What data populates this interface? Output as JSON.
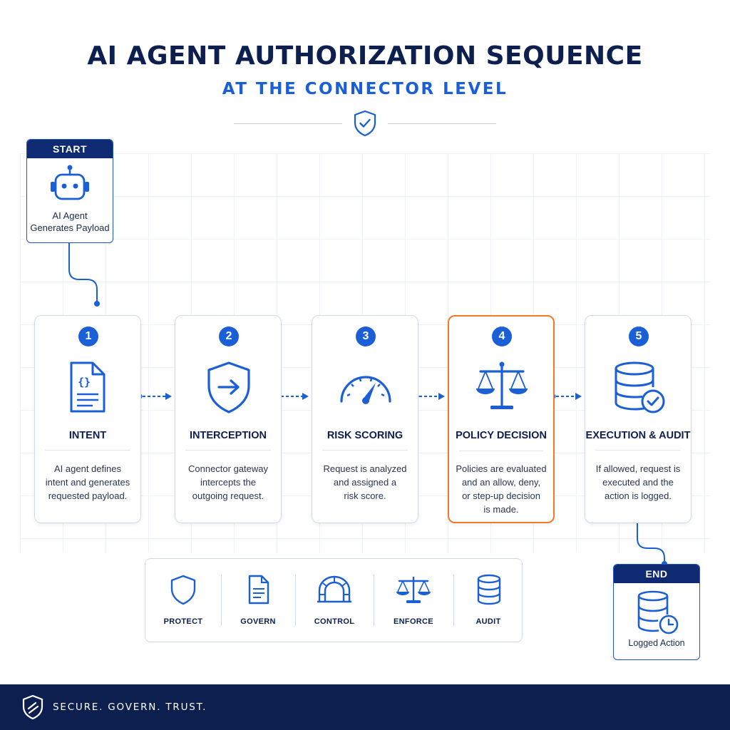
{
  "header": {
    "title": "AI AGENT AUTHORIZATION SEQUENCE",
    "subtitle": "AT THE CONNECTOR LEVEL",
    "icon": "shield-check-icon"
  },
  "start": {
    "label": "START",
    "line1": "AI Agent",
    "line2": "Generates Payload",
    "icon": "robot-icon"
  },
  "steps": [
    {
      "num": "1",
      "title": "INTENT",
      "icon": "code-document-icon",
      "desc": [
        "AI agent defines",
        "intent and generates",
        "requested payload."
      ]
    },
    {
      "num": "2",
      "title": "INTERCEPTION",
      "icon": "shield-arrow-icon",
      "desc": [
        "Connector gateway",
        "intercepts the",
        "outgoing request."
      ]
    },
    {
      "num": "3",
      "title": "RISK SCORING",
      "icon": "gauge-icon",
      "desc": [
        "Request is analyzed",
        "and assigned a",
        "risk score."
      ]
    },
    {
      "num": "4",
      "title": "POLICY DECISION",
      "icon": "scales-icon",
      "desc": [
        "Policies are evaluated",
        "and an allow, deny,",
        "or step-up decision",
        "is made."
      ]
    },
    {
      "num": "5",
      "title": "EXECUTION & AUDIT",
      "icon": "database-check-icon",
      "desc": [
        "If allowed, request is",
        "executed and the",
        "action is logged."
      ]
    }
  ],
  "end": {
    "label": "END",
    "line1": "Logged Action",
    "icon": "database-clock-icon"
  },
  "legend": [
    {
      "label": "PROTECT",
      "icon": "shield-icon"
    },
    {
      "label": "GOVERN",
      "icon": "document-icon"
    },
    {
      "label": "CONTROL",
      "icon": "gateway-arch-icon"
    },
    {
      "label": "ENFORCE",
      "icon": "scales-icon"
    },
    {
      "label": "AUDIT",
      "icon": "database-icon"
    }
  ],
  "footer": {
    "text": "SECURE. GOVERN. TRUST.",
    "icon": "shield-logo-icon"
  },
  "colors": {
    "primary_blue": "#1b5fd6",
    "navy": "#0d1f4f",
    "highlight_orange": "#f07a2a"
  }
}
